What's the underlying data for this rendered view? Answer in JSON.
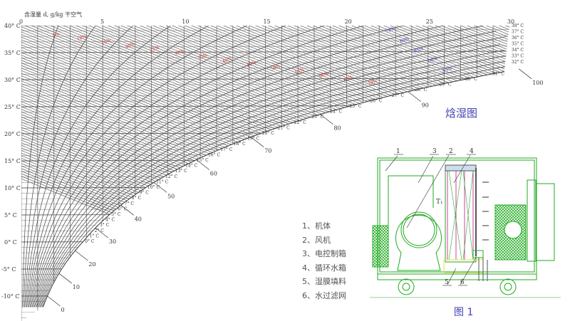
{
  "chart_title": "焓湿图",
  "axis": {
    "x_label": "含湿量 d, g/kg 干空气",
    "x_ticks": [
      "0",
      "5",
      "10",
      "15",
      "20",
      "25",
      "30"
    ],
    "y_ticks": [
      "40° C",
      "35° C",
      "30° C",
      "25° C",
      "20° C",
      "15° C",
      "10° C",
      "5° C",
      "0° C",
      "-5° C",
      "-10° C"
    ],
    "y_values": [
      40,
      35,
      30,
      25,
      20,
      15,
      10,
      5,
      0,
      -5,
      -10
    ]
  },
  "saturation_temps": [
    0,
    1,
    2,
    3,
    4,
    5,
    6,
    7,
    8,
    9,
    10,
    11,
    12,
    13,
    14,
    15,
    16,
    17,
    18,
    19,
    20,
    21,
    22,
    23,
    24,
    25,
    26,
    27,
    28,
    29,
    30,
    31
  ],
  "right_temps": [
    "38° C",
    "37° C",
    "36° C",
    "35° C",
    "34° C",
    "33° C",
    "32° C"
  ],
  "enthalpy_labels": [
    "0",
    "10",
    "20",
    "30",
    "40",
    "50",
    "60",
    "70",
    "80",
    "90",
    "100"
  ],
  "rh_red": [
    "5%",
    "10%",
    "15%",
    "20%",
    "25%",
    "30%",
    "35%",
    "40%",
    "45%",
    "50%",
    "55%",
    "60%",
    "65%",
    "70%"
  ],
  "rh_blue": [
    "75%",
    "80%",
    "85%",
    "90%",
    "95%"
  ],
  "colors": {
    "grid": "#555555",
    "red": "#d02020",
    "blue": "#3030b0",
    "green": "#22aa22",
    "pink": "#d040a0",
    "yellow": "#e0e040"
  },
  "legend": [
    "1、机体",
    "2、风机",
    "3、电控制箱",
    "4、循环水箱",
    "5、湿膜填料",
    "6、水过滤网"
  ],
  "figure": {
    "caption": "图 1",
    "callouts": [
      "1",
      "2",
      "3",
      "4",
      "5",
      "6"
    ],
    "sensor_label": "T₁"
  }
}
